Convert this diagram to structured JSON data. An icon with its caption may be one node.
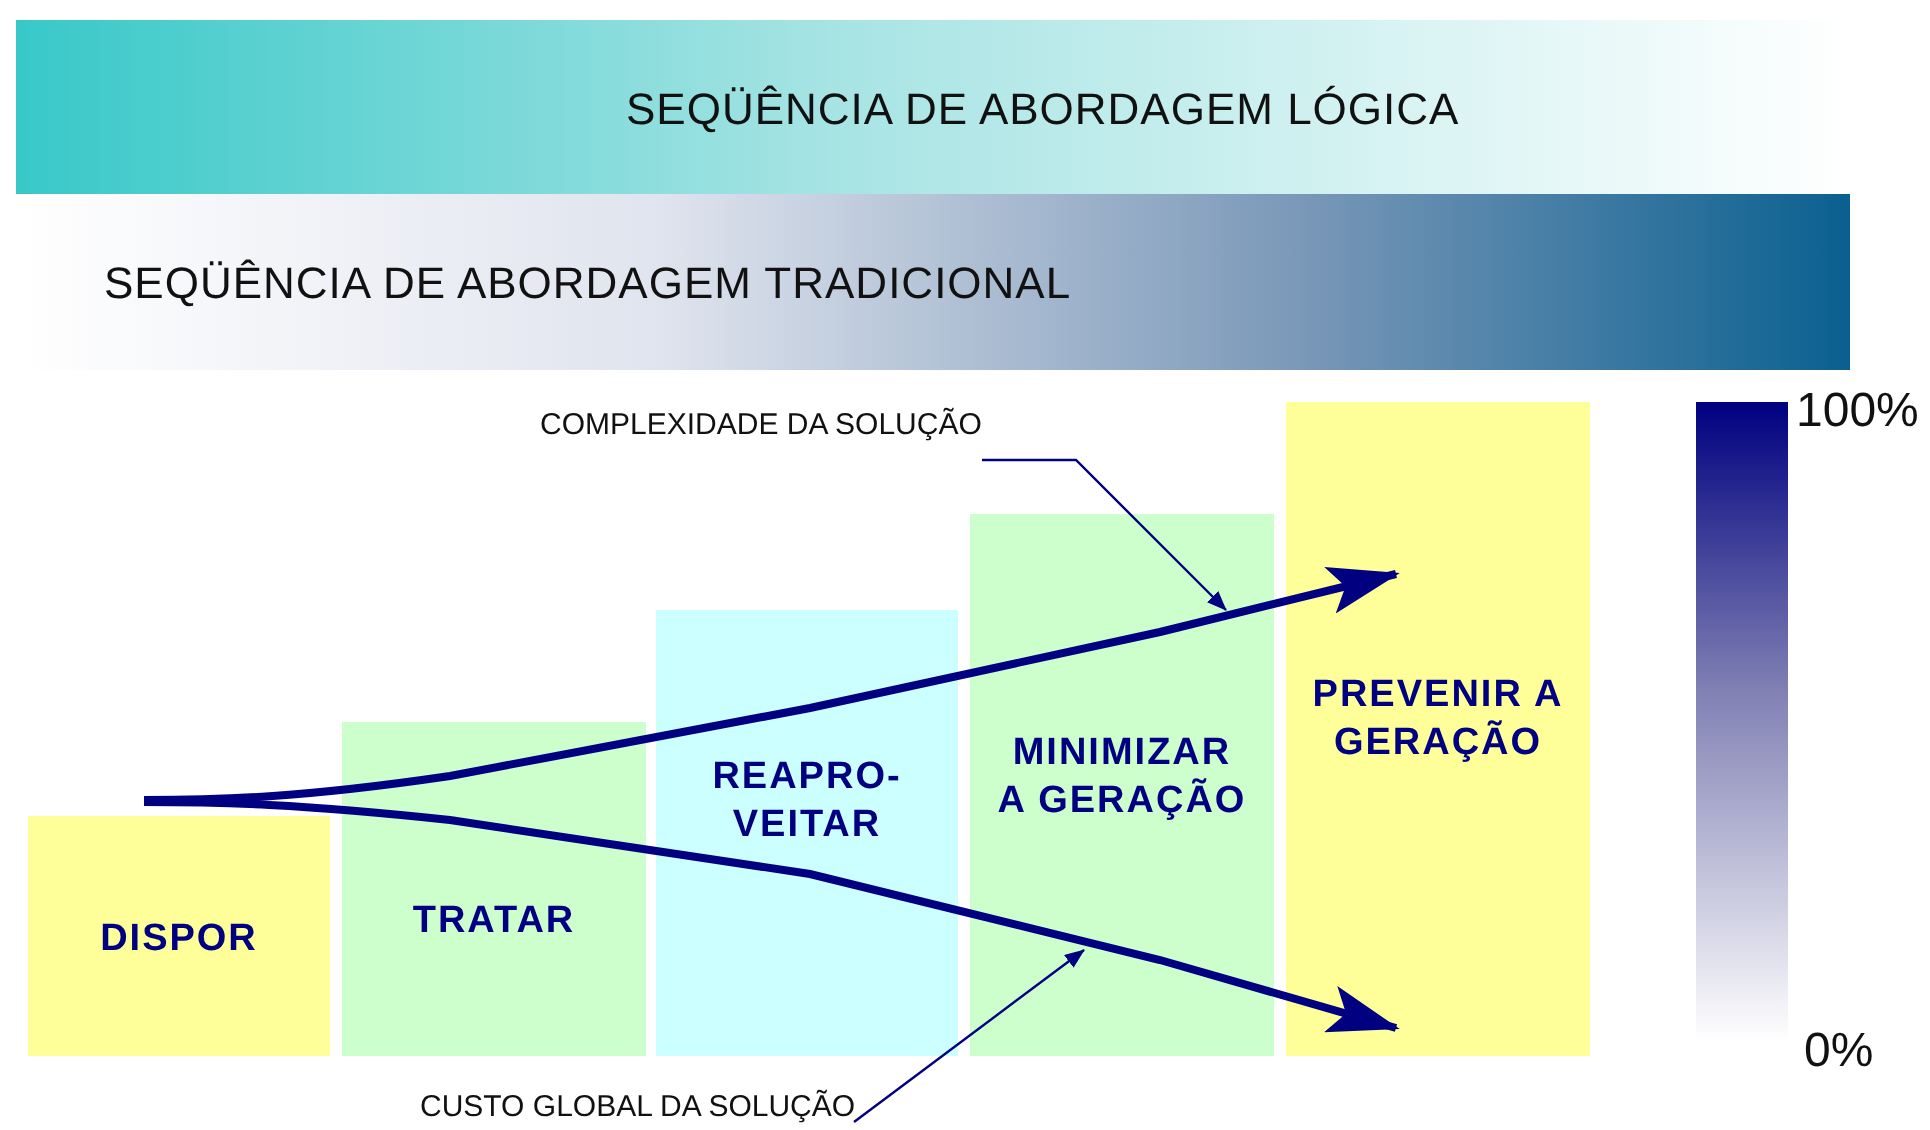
{
  "diagram": {
    "nodes": [
      {
        "text": [
          "SEQÜÊNCIA DE ABORDAGEM LÓGICA"
        ]
      },
      {
        "text": [
          "SEQÜÊNCIA DE ABORDAGEM TRADICIONAL"
        ]
      },
      {
        "text": [
          "DISPOR"
        ]
      },
      {
        "text": [
          "TRATAR"
        ]
      },
      {
        "text": [
          "REAPRO- VEITAR"
        ]
      },
      {
        "text": [
          "MINIMIZAR A GERAÇÃO"
        ]
      },
      {
        "text": [
          "PREVENIR A GERAÇÃO"
        ]
      },
      {
        "text": [
          "COMPLEXIDADE DA SOLUÇÃO"
        ]
      },
      {
        "text": [
          "CUSTO GLOBAL DA SOLUÇÃO"
        ]
      },
      {
        "text": [],
        "shape": "arrow"
      },
      {
        "text": [],
        "shape": "arrow"
      },
      {
        "text": [],
        "shape": "bar"
      }
    ],
    "edges": [
      {
        "from": 7,
        "to": 9,
        "arrow": "to"
      },
      {
        "from": 8,
        "to": 10,
        "arrow": "to"
      }
    ],
    "labels": [
      "100%",
      "0%"
    ]
  }
}
